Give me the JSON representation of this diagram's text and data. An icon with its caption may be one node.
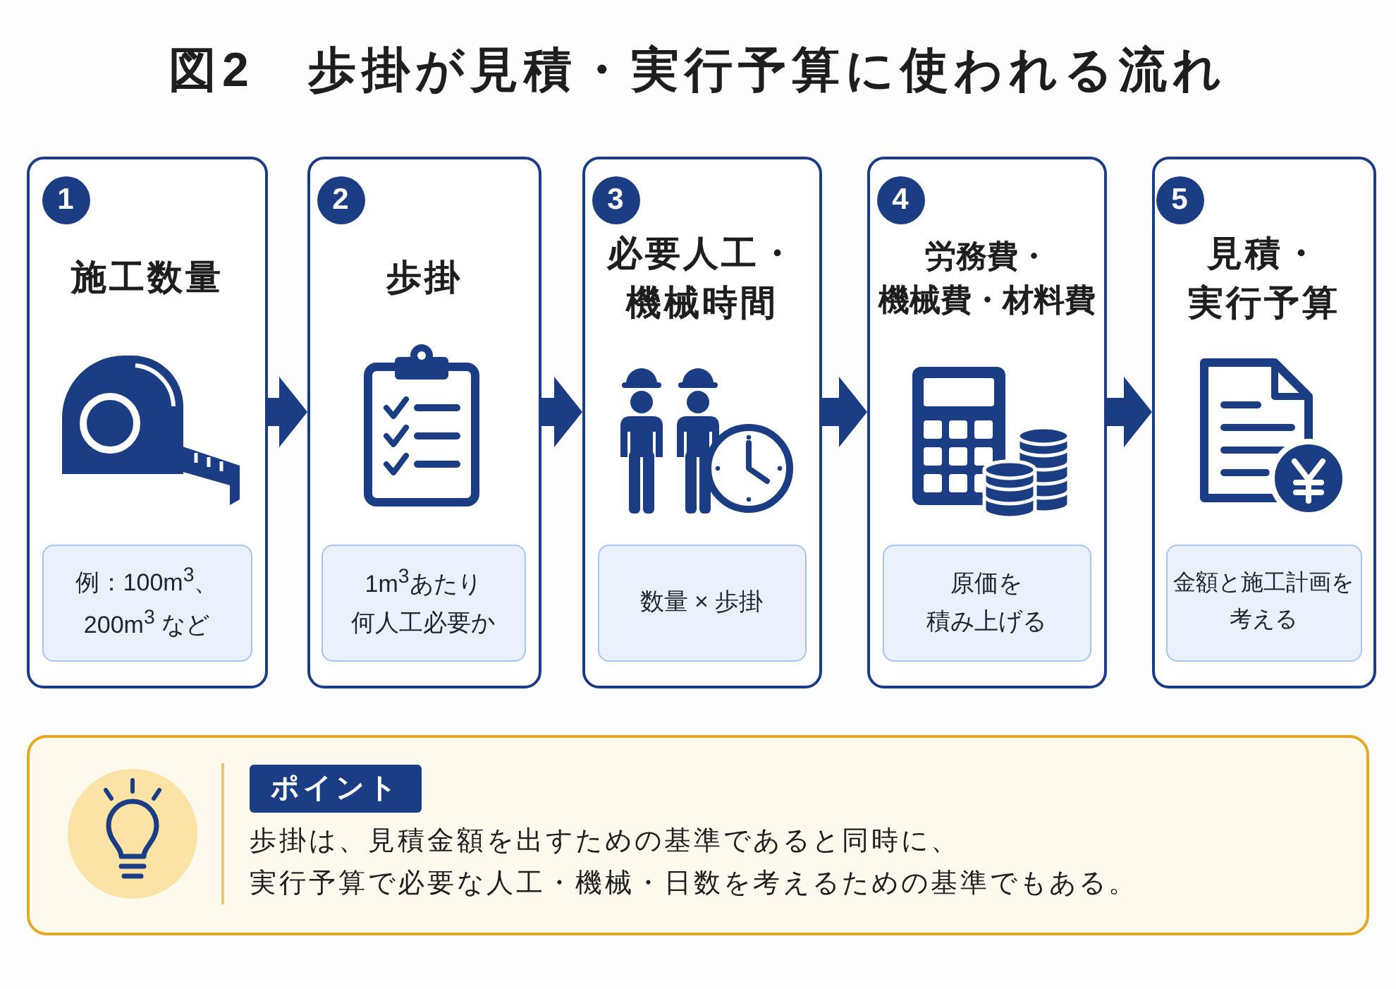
{
  "diagram": {
    "title": "図2　歩掛が見積・実行予算に使われる流れ",
    "nodes": [
      {
        "text": [
          "施工数量"
        ]
      },
      {
        "text": [
          "1"
        ],
        "in": 0
      },
      {
        "text": [
          "例：100m$^{3}$、200m$^{3}$ など"
        ],
        "in": 0
      },
      {
        "text": [
          "歩掛"
        ]
      },
      {
        "text": [
          "2"
        ],
        "in": 3
      },
      {
        "text": [
          "1m$^{3}$あたり何人工必要か"
        ],
        "in": 3
      },
      {
        "text": [
          "必要人工・機械時間"
        ]
      },
      {
        "text": [
          "3"
        ],
        "in": 6
      },
      {
        "text": [
          "数量 × 歩掛"
        ],
        "in": 6
      },
      {
        "text": [
          "労務費・機械費・材料費"
        ]
      },
      {
        "text": [
          "4"
        ],
        "in": 9
      },
      {
        "text": [
          "原価を積み上げる"
        ],
        "in": 9
      },
      {
        "text": [
          "見積・実行予算"
        ]
      },
      {
        "text": [
          "5"
        ],
        "in": 12
      },
      {
        "text": [
          "金額と施工計画を考える"
        ],
        "in": 12
      },
      {
        "text": [
          "歩掛は、見積金額を出すための基準であると同時に、実行予算で必要な人工・機械・日数を考えるための基準でもある。"
        ]
      },
      {
        "text": [
          "ポイント"
        ],
        "in": 15
      }
    ],
    "edges": [
      {
        "from": 0,
        "to": 3,
        "arrow": "to"
      },
      {
        "from": 3,
        "to": 6,
        "arrow": "to"
      },
      {
        "from": 6,
        "to": 9,
        "arrow": "to"
      },
      {
        "from": 9,
        "to": 12,
        "arrow": "to"
      }
    ]
  }
}
